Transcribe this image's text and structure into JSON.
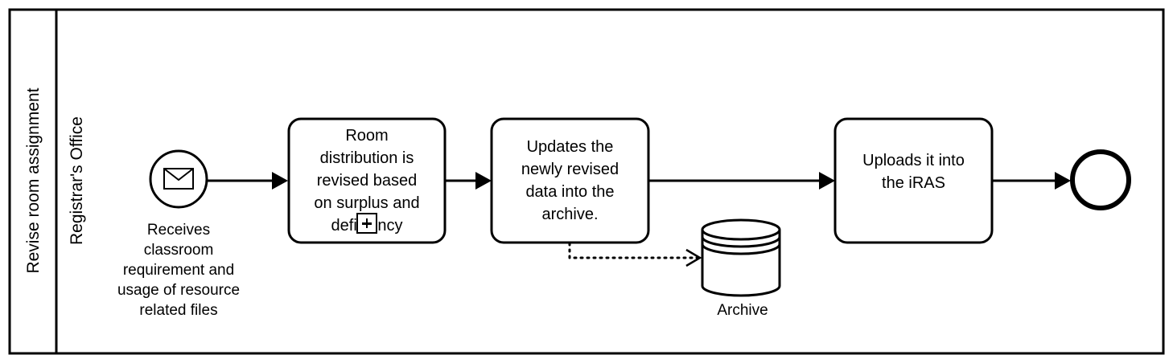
{
  "pool": {
    "name": "Revise room assignment"
  },
  "lane": {
    "name": "Registrar's Office"
  },
  "start_event": {
    "icon": "envelope-icon",
    "label": "Receives\nclassroom\nrequirement and\nusage of resource\nrelated files"
  },
  "tasks": [
    {
      "id": "task-room-distribution",
      "label": "Room\ndistribution is\nrevised based\non surplus and\ndeficiency",
      "marker": "subprocess-plus-icon"
    },
    {
      "id": "task-update-archive",
      "label": "Updates the\nnewly revised\ndata into the\narchive."
    },
    {
      "id": "task-upload-iras",
      "label": "Uploads it into\nthe iRAS"
    }
  ],
  "data_store": {
    "label": "Archive",
    "icon": "database-icon"
  },
  "end_event": {
    "label": ""
  },
  "colors": {
    "stroke": "#000000",
    "fill": "#ffffff"
  }
}
